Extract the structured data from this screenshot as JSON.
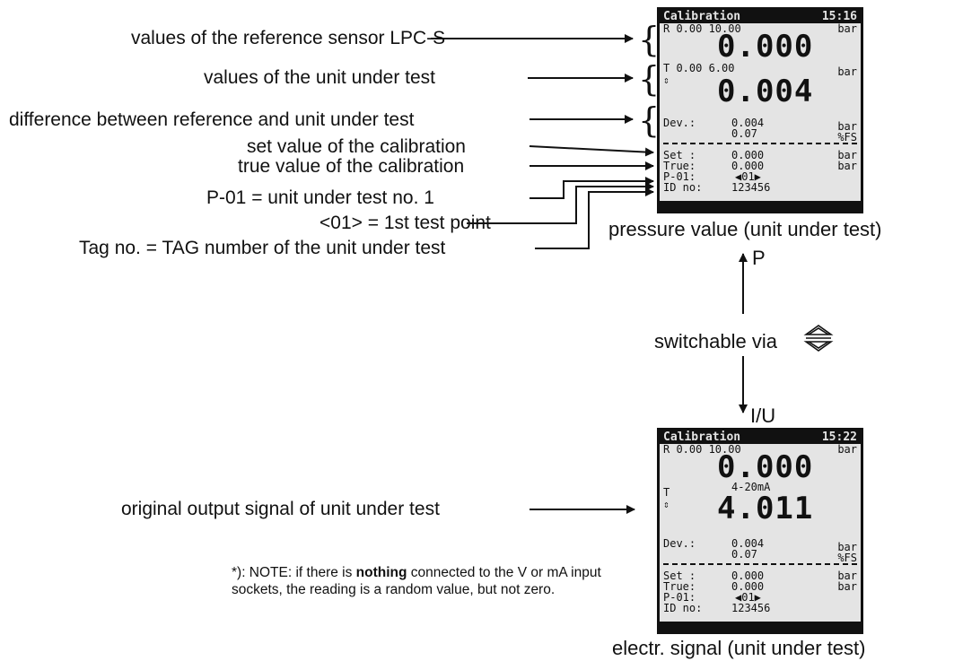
{
  "labels": {
    "ref_sensor": "values of the reference sensor LPC-S",
    "uut_values": "values of the unit under test",
    "difference": "difference between reference and unit under test",
    "set_value": "set value of the calibration",
    "true_value": "true value of the calibration",
    "p01": "P-01 = unit under test no. 1",
    "test_point": "<01> = 1st test point",
    "tag_no": "Tag no. = TAG number of the unit under test",
    "original_output": "original output signal of unit under test"
  },
  "captions": {
    "pressure": "pressure value (unit under test)",
    "electr": "electr. signal (unit under test)",
    "p_mark": "P",
    "iu_mark": "I/U",
    "switchable": "switchable via"
  },
  "note": {
    "prefix": "*): NOTE: if there is ",
    "bold": "nothing",
    "suffix": " connected to the V or mA input sockets, the reading is a random value, but not zero."
  },
  "screen1": {
    "title": "Calibration",
    "time": "15:16",
    "r_row": "R  0.00    10.00",
    "unit_bar": "bar",
    "ref_value": "0.000",
    "t_row": "T  0.00     6.00",
    "uut_value": "0.004",
    "dev_label": "Dev.:",
    "dev_val1": "0.004",
    "dev_val2": "0.07",
    "fs": "%FS",
    "set_label": "Set :",
    "set_val": "0.000",
    "true_label": "True:",
    "true_val": "0.000",
    "p_label": "P-01:",
    "p_val": "◀01▶",
    "id_label": "ID no:",
    "id_val": "123456"
  },
  "screen2": {
    "title": "Calibration",
    "time": "15:22",
    "r_row": "R  0.00    10.00",
    "unit_bar": "bar",
    "ref_value": "0.000",
    "t_row": "T",
    "range": "4-20mA",
    "uut_value": "4.011",
    "dev_label": "Dev.:",
    "dev_val1": "0.004",
    "dev_val2": "0.07",
    "fs": "%FS",
    "set_label": "Set :",
    "set_val": "0.000",
    "true_label": "True:",
    "true_val": "0.000",
    "p_label": "P-01:",
    "p_val": "◀01▶",
    "id_label": "ID no:",
    "id_val": "123456"
  }
}
